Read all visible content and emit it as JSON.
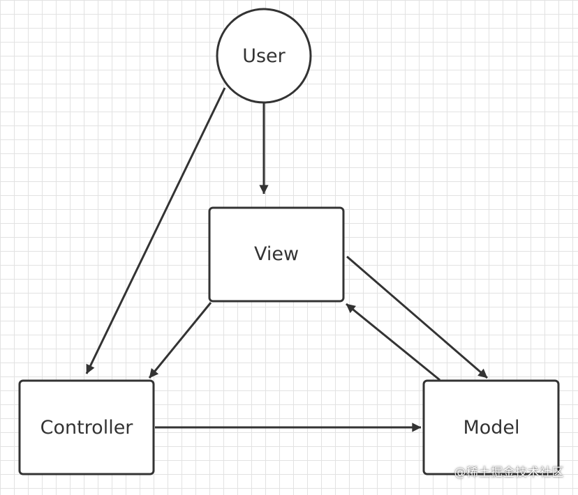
{
  "nodes": {
    "user": {
      "label": "User"
    },
    "view": {
      "label": "View"
    },
    "controller": {
      "label": "Controller"
    },
    "model": {
      "label": "Model"
    }
  },
  "watermark": {
    "text": "@稀土掘金技术社区"
  },
  "colors": {
    "stroke": "#333333",
    "background": "#ffffff",
    "grid": "#e2e2e2"
  }
}
